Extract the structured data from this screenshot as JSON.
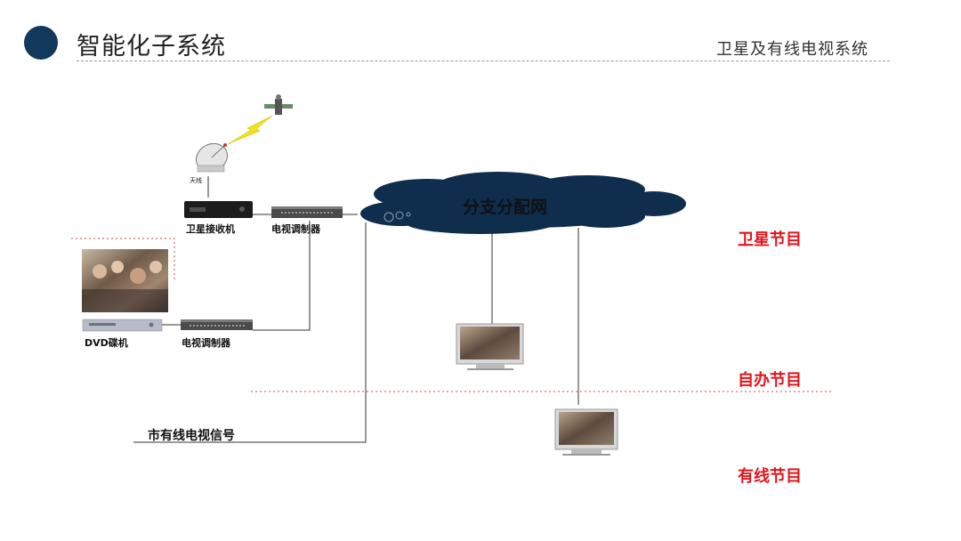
{
  "header": {
    "title": "智能化子系统",
    "subtitle": "卫星及有线电视系统",
    "accent_color": "#12385c"
  },
  "diagram": {
    "cloud_label": "分支分配网",
    "antenna_label": "天线",
    "receiver_label": "卫星接收机",
    "modulator_top_label": "电视调制器",
    "dvd_label": "DVD碟机",
    "modulator_bottom_label": "电视调制器",
    "city_signal_label": "市有线电视信号",
    "categories": {
      "satellite": "卫星节目",
      "self_made": "自办节目",
      "cable": "有线节目"
    },
    "category_color": "#e4141b",
    "cloud_color": "#0f2d4d",
    "icons": [
      "satellite-icon",
      "lightning-icon",
      "dish-antenna-icon",
      "receiver-icon",
      "modulator-icon",
      "dvd-player-icon",
      "crowd-photo",
      "tv-icon"
    ]
  }
}
